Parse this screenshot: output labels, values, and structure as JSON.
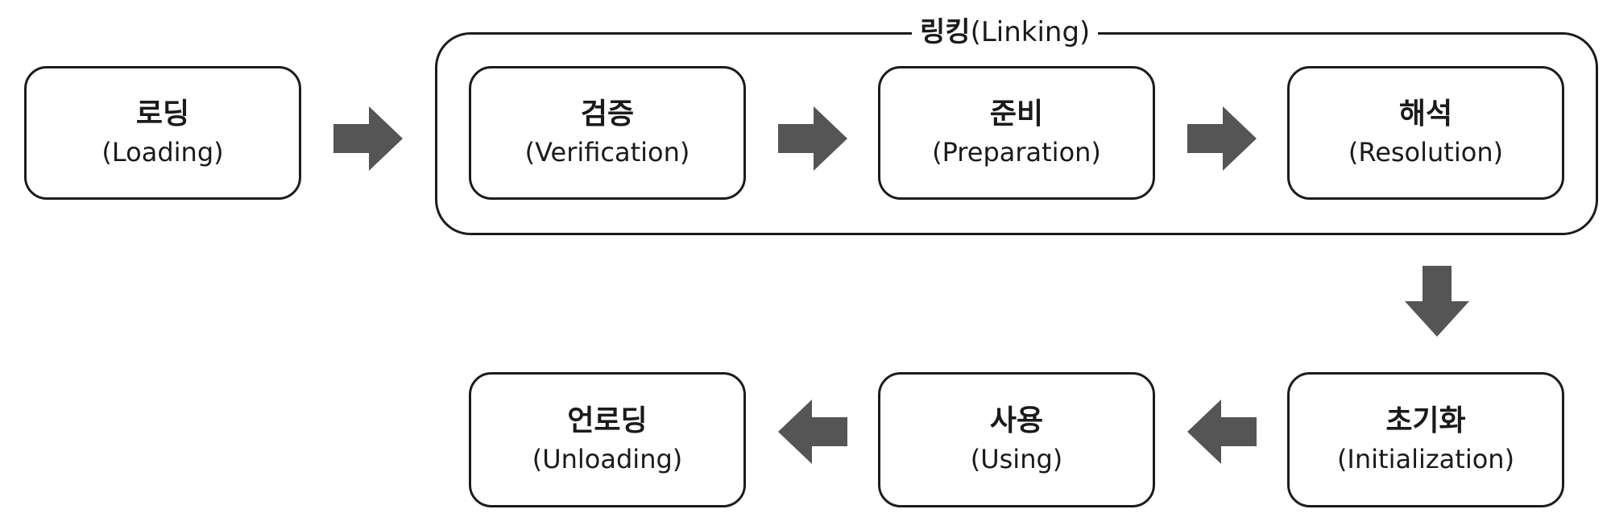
{
  "group": {
    "title_ko": "링킹",
    "title_en": "(Linking)"
  },
  "boxes": {
    "loading": {
      "ko": "로딩",
      "en": "(Loading)"
    },
    "verification": {
      "ko": "검증",
      "en": "(Verification)"
    },
    "preparation": {
      "ko": "준비",
      "en": "(Preparation)"
    },
    "resolution": {
      "ko": "해석",
      "en": "(Resolution)"
    },
    "initialization": {
      "ko": "초기화",
      "en": "(Initialization)"
    },
    "using": {
      "ko": "사용",
      "en": "(Using)"
    },
    "unloading": {
      "ko": "언로딩",
      "en": "(Unloading)"
    }
  },
  "colors": {
    "arrow": "#555555",
    "border": "#1c1c1c"
  }
}
